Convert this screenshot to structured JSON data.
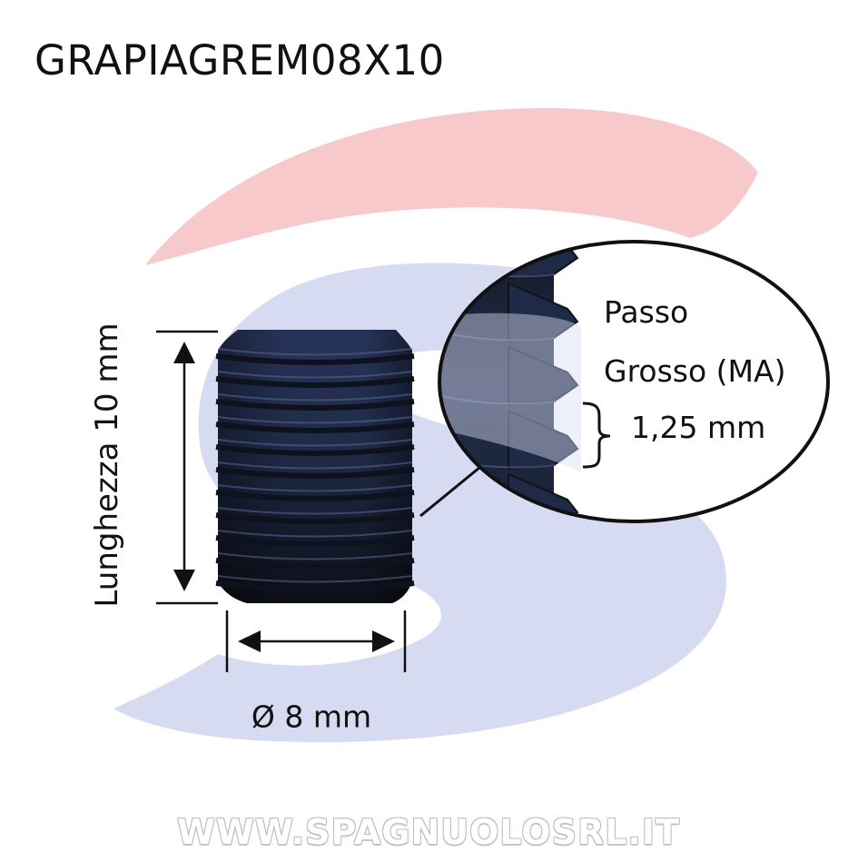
{
  "product": {
    "code": "GRAPIAGREM08X10"
  },
  "dimensions": {
    "length_label": "Lunghezza 10 mm",
    "diameter_label": "Ø 8 mm"
  },
  "pitch_callout": {
    "line1": "Passo",
    "line2": "Grosso (MA)",
    "value": "1,25 mm"
  },
  "watermark": {
    "text": "WWW.SPAGNUOLOSRL.IT"
  },
  "colors": {
    "logo_red": "#f7c9cb",
    "logo_blue": "#d7dbf2",
    "screw_body": "#1f2a46",
    "screw_dark": "#0e121c",
    "thread_highlight": "#5a6a94",
    "ink": "#111111",
    "callout_border": "#111111"
  }
}
